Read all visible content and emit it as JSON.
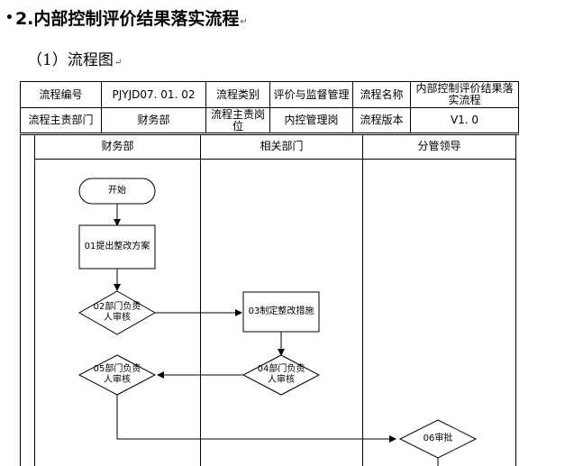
{
  "heading": {
    "bullet": "•",
    "text": "2.内部控制评价结果落实流程",
    "para_mark": "↵"
  },
  "subheading": {
    "text": "（1）流程图",
    "para_mark": "↵"
  },
  "info_table": {
    "row1": {
      "label_code": "流程编号",
      "value_code": "PJYJD07. 01. 02",
      "label_category": "流程类别",
      "value_category": "评价与监督管理",
      "label_name": "流程名称",
      "value_name": "内部控制评价结果落实流程"
    },
    "row2": {
      "label_dept": "流程主责部门",
      "value_dept": "财务部",
      "label_post": "流程主责岗位",
      "value_post": "内控管理岗",
      "label_version": "流程版本",
      "value_version": "V1. 0"
    }
  },
  "lanes": [
    "财务部",
    "相关部门",
    "分管领导"
  ],
  "nodes": {
    "start": "开始",
    "n01": "01提出整改方案",
    "n02": "02部门负责人审核",
    "n03": "03制定整改措施",
    "n04": "04部门负责人审核",
    "n05": "05部门负责人审核",
    "n06": "06审批"
  }
}
